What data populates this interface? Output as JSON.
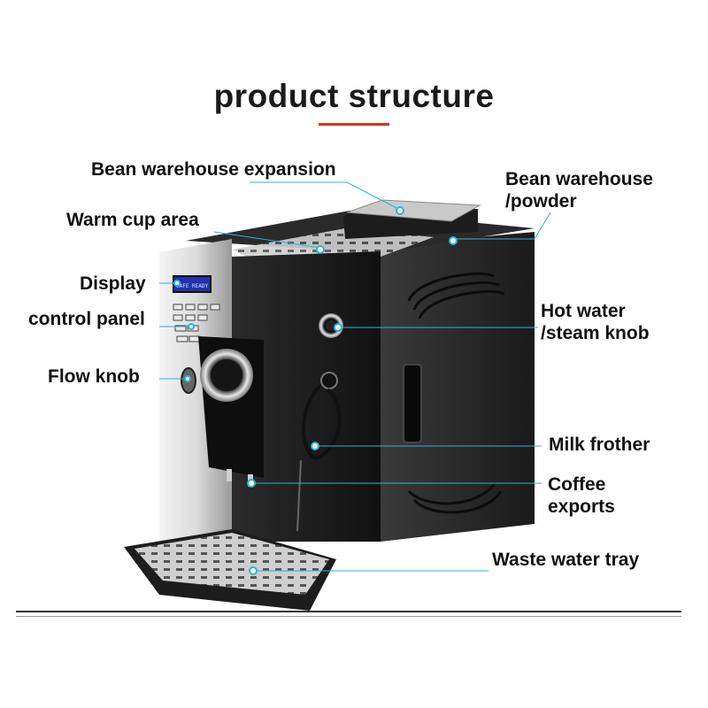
{
  "title": "product structure",
  "accent_color": "#d8321f",
  "leader_color": "#29b6d6",
  "display_text": "CAFE READY",
  "callouts": {
    "bean_expansion": {
      "lines": [
        "Bean warehouse expansion"
      ]
    },
    "bean_powder": {
      "lines": [
        "Bean warehouse",
        "/powder"
      ]
    },
    "warm_cup": {
      "lines": [
        "Warm cup area"
      ]
    },
    "display": {
      "lines": [
        "Display"
      ]
    },
    "control_panel": {
      "lines": [
        "control panel"
      ]
    },
    "flow_knob": {
      "lines": [
        "Flow knob"
      ]
    },
    "hot_water": {
      "lines": [
        "Hot water",
        "/steam knob"
      ]
    },
    "milk_frother": {
      "lines": [
        "Milk frother"
      ]
    },
    "coffee_exports": {
      "lines": [
        "Coffee",
        "exports"
      ]
    },
    "waste_tray": {
      "lines": [
        "Waste water tray"
      ]
    }
  }
}
